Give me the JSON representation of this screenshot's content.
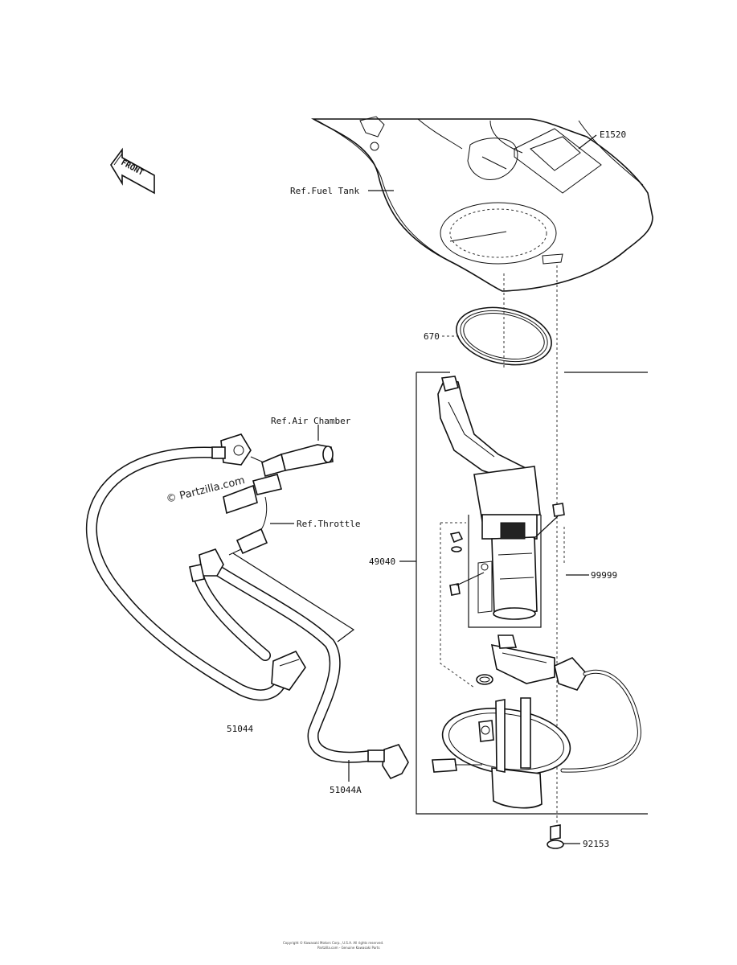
{
  "diagram": {
    "labels": {
      "ref_fuel_tank": "Ref.Fuel Tank",
      "e1520": "E1520",
      "part_670": "670",
      "ref_air_chamber": "Ref.Air Chamber",
      "ref_throttle": "Ref.Throttle",
      "part_49040": "49040",
      "part_99999": "99999",
      "part_51044": "51044",
      "part_51044a": "51044A",
      "part_92153": "92153"
    },
    "front_arrow_text": "FRONT",
    "watermark": "© Partzilla.com",
    "footer_line1": "Copyright © Kawasaki Motors Corp., U.S.A. All rights reserved.",
    "footer_line2": "Partzilla.com - Genuine Kawasaki Parts"
  }
}
